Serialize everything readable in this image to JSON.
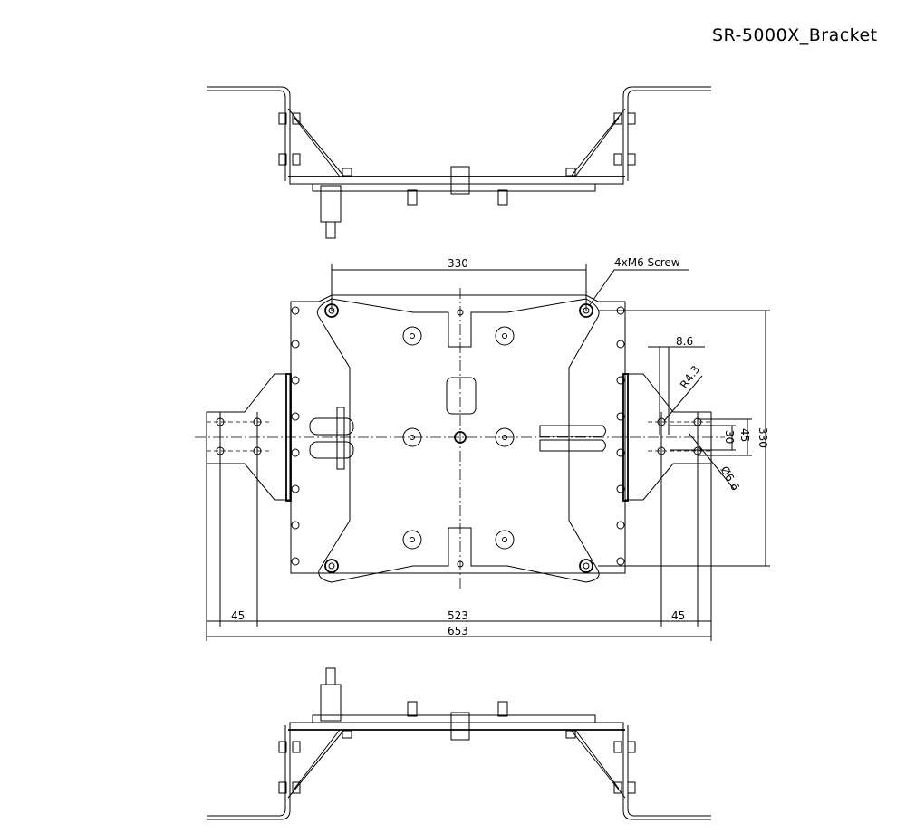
{
  "title": "SR-5000X_Bracket",
  "views": [
    "top-view",
    "front-view",
    "bottom-view"
  ],
  "dimensions": {
    "top_hole_spacing": "330",
    "screw_note": "4xM6 Screw",
    "slot_width": "8.6",
    "slot_radius": "R4.3",
    "hole_diameter": "Ø6.6",
    "inner_slot_spacing": "30",
    "outer_slot_spacing": "45",
    "vertical_hole_spacing": "330",
    "left_offset": "45",
    "center_span": "523",
    "right_offset": "45",
    "overall_width": "653"
  }
}
